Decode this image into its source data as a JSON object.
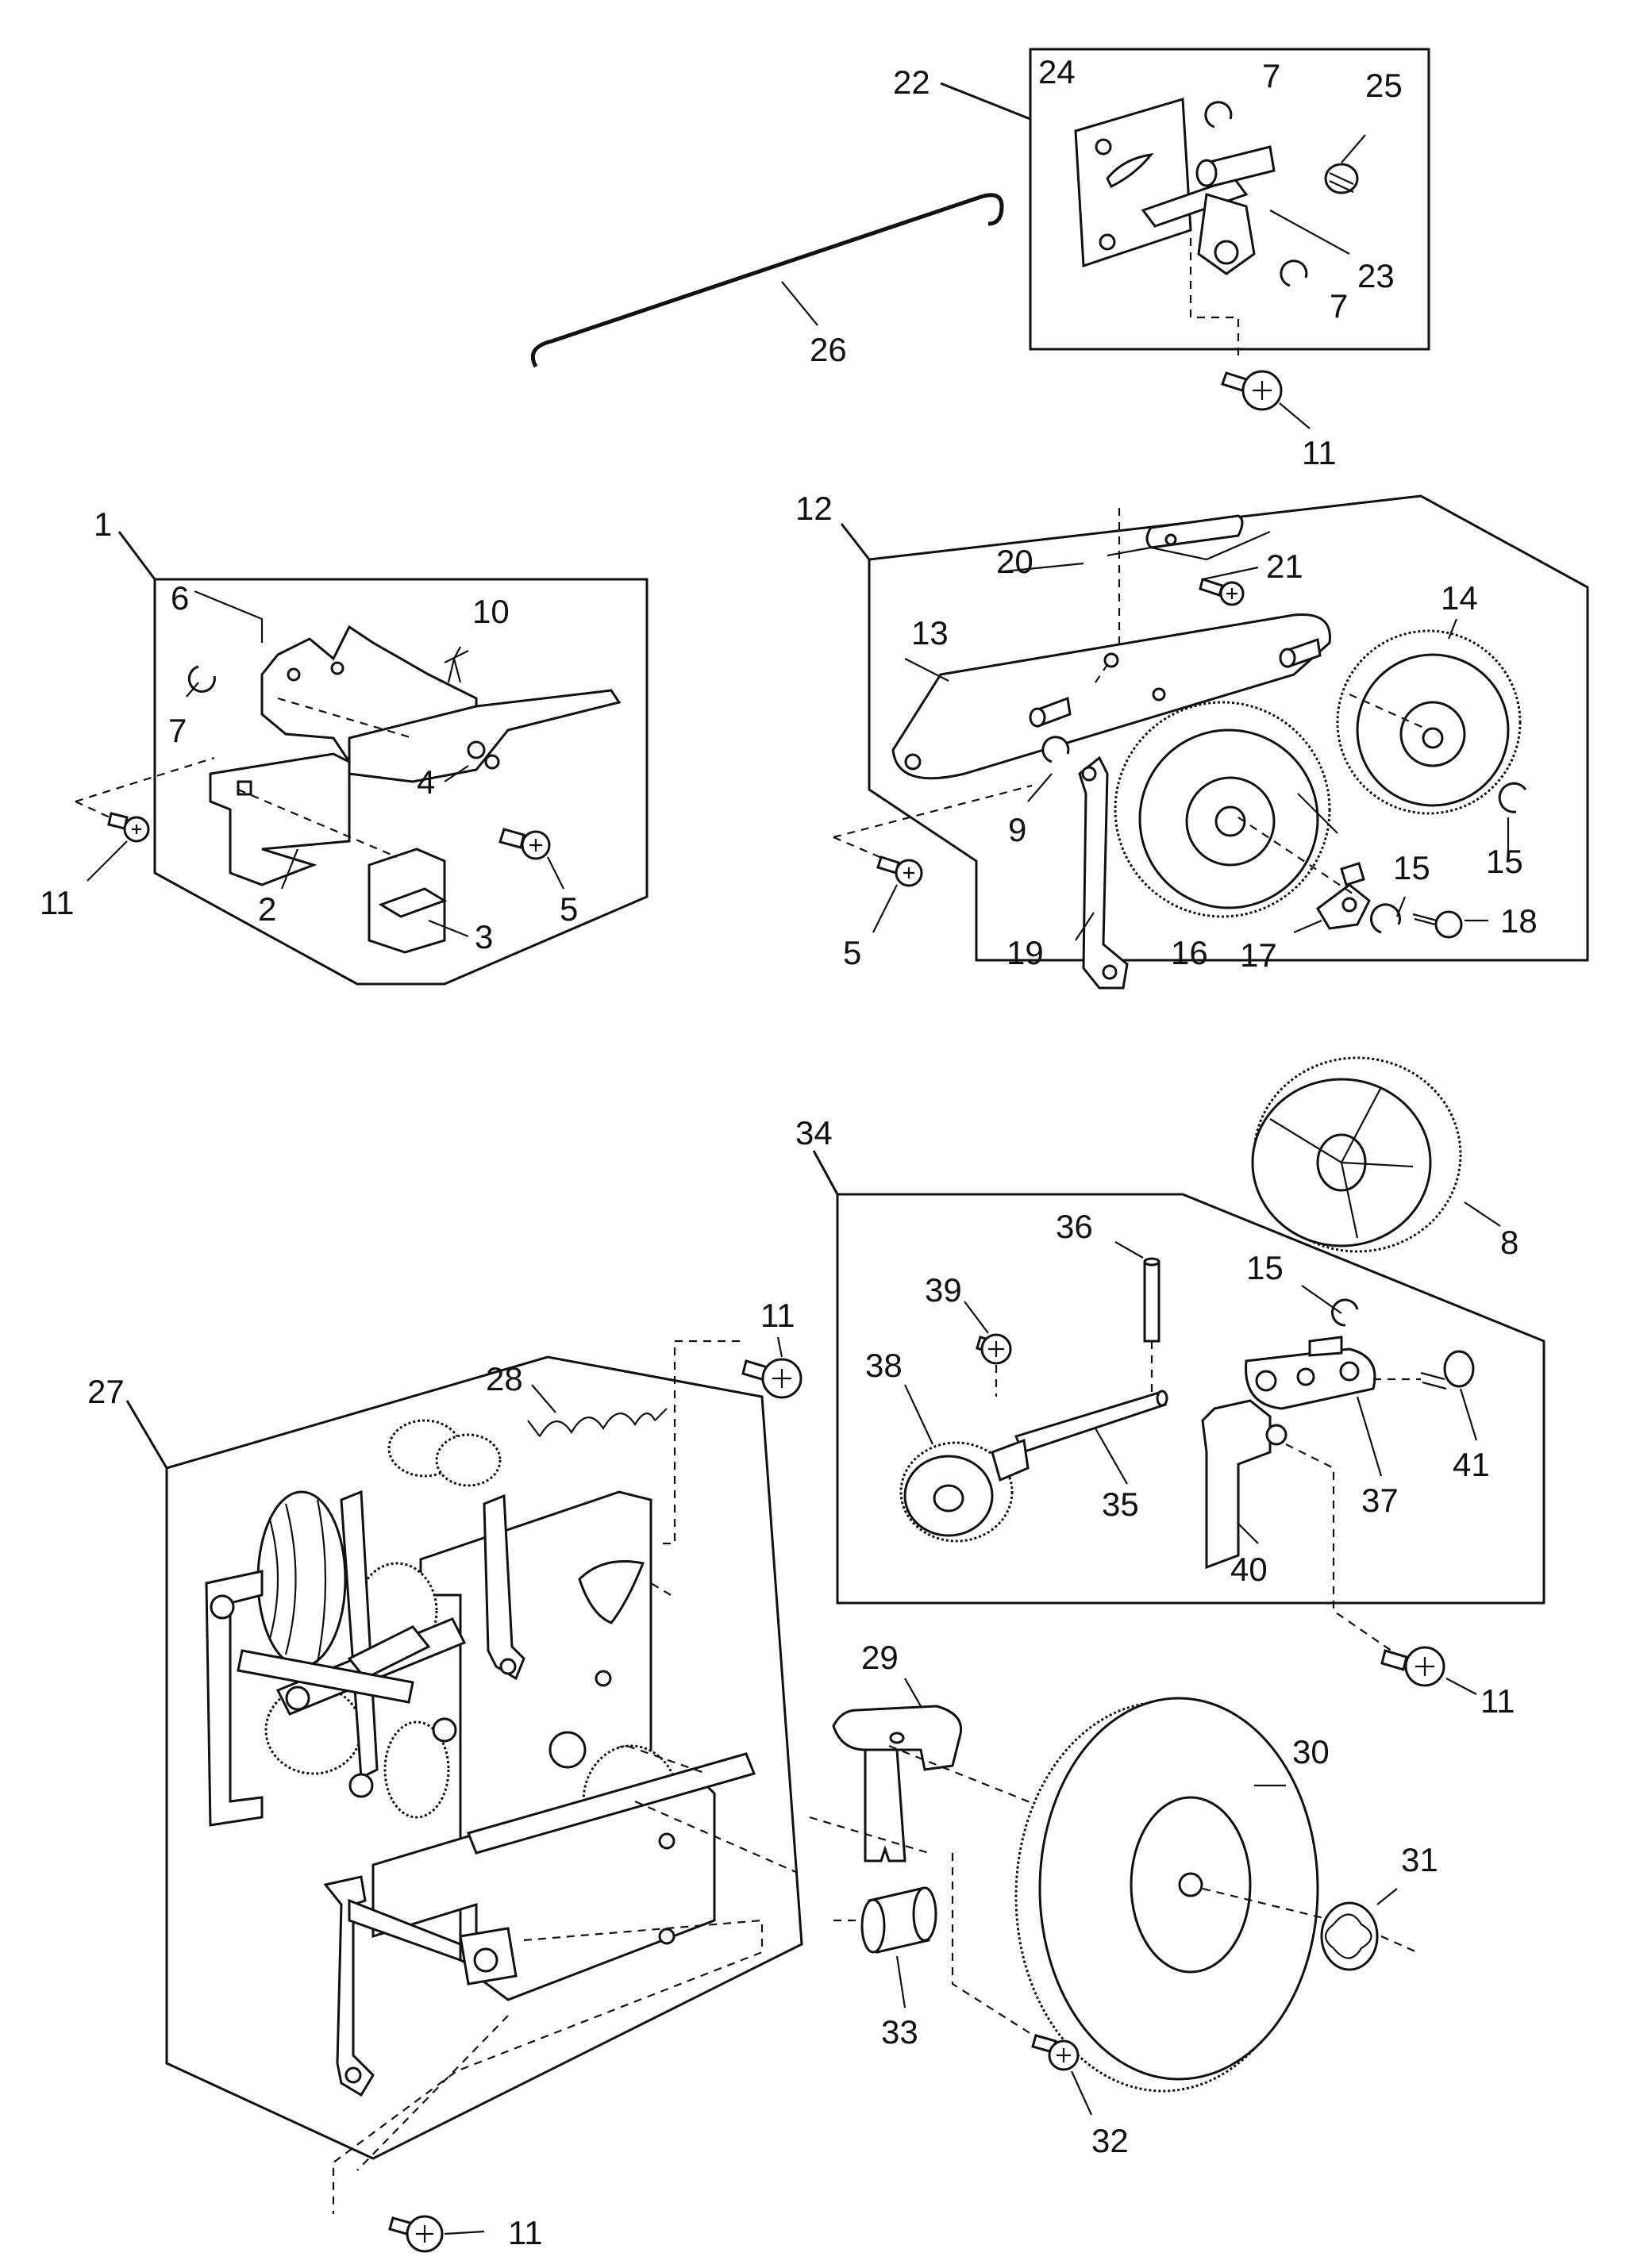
{
  "figure": {
    "type": "exploded-parts-diagram",
    "groups": [
      {
        "label": "1",
        "parts": [
          "2",
          "3",
          "4",
          "5",
          "6",
          "7",
          "10",
          "11"
        ]
      },
      {
        "label": "12",
        "parts": [
          "5",
          "9",
          "13",
          "14",
          "15",
          "16",
          "17",
          "18",
          "19",
          "20",
          "21"
        ]
      },
      {
        "label": "22",
        "parts": [
          "7",
          "11",
          "23",
          "24",
          "25"
        ]
      },
      {
        "label": "27",
        "parts": [
          "11",
          "28"
        ]
      },
      {
        "label": "34",
        "parts": [
          "11",
          "15",
          "35",
          "36",
          "37",
          "38",
          "39",
          "40",
          "41"
        ]
      }
    ],
    "labels": {
      "p1": "1",
      "p2": "2",
      "p3": "3",
      "p4": "4",
      "p5a": "5",
      "p5b": "5",
      "p6": "6",
      "p7a": "7",
      "p7b": "7",
      "p7c": "7",
      "p8": "8",
      "p9": "9",
      "p10": "10",
      "p11a": "11",
      "p11b": "11",
      "p11c": "11",
      "p11d": "11",
      "p11e": "11",
      "p12": "12",
      "p13": "13",
      "p14": "14",
      "p15a": "15",
      "p15b": "15",
      "p15c": "15",
      "p16": "16",
      "p17": "17",
      "p18": "18",
      "p19": "19",
      "p20": "20",
      "p21": "21",
      "p22": "22",
      "p23": "23",
      "p24": "24",
      "p25": "25",
      "p26": "26",
      "p27": "27",
      "p28": "28",
      "p29": "29",
      "p30": "30",
      "p31": "31",
      "p32": "32",
      "p33": "33",
      "p34": "34",
      "p35": "35",
      "p36": "36",
      "p37": "37",
      "p38": "38",
      "p39": "39",
      "p40": "40",
      "p41": "41"
    }
  }
}
